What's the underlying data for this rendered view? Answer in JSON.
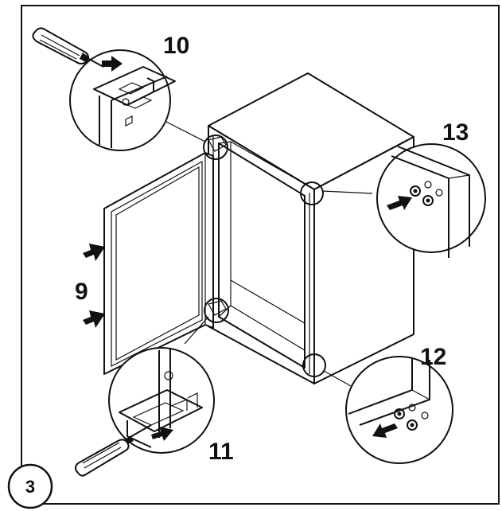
{
  "diagram": {
    "step_number": "3",
    "callouts": [
      {
        "id": "10",
        "label": "10",
        "detail": "upper-hinge-screw-removal"
      },
      {
        "id": "13",
        "label": "13",
        "detail": "upper-cabinet-corner-screws"
      },
      {
        "id": "9",
        "label": "9",
        "detail": "door-push-arrows"
      },
      {
        "id": "11",
        "label": "11",
        "detail": "lower-hinge-screw-removal"
      },
      {
        "id": "12",
        "label": "12",
        "detail": "lower-cabinet-corner-screws"
      }
    ],
    "colors": {
      "line": "#111111",
      "fill": "#ffffff",
      "arrow": "#111111"
    }
  }
}
